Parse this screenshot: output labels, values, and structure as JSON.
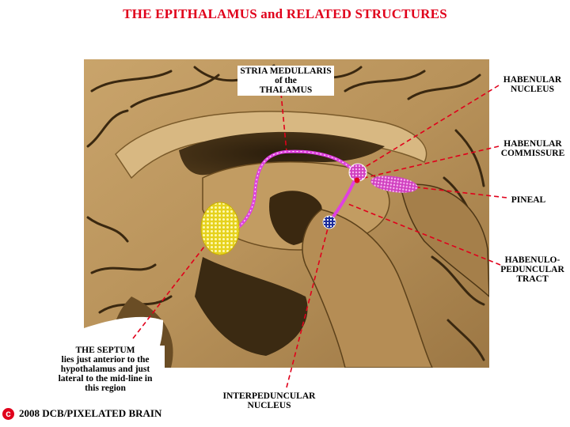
{
  "title": "THE EPITHALAMUS and RELATED STRUCTURES",
  "labels": {
    "stria_medullaris": [
      "STRIA MEDULLARIS",
      "of the",
      "THALAMUS"
    ],
    "habenular_nucleus": [
      "HABENULAR",
      "NUCLEUS"
    ],
    "habenular_commissure": [
      "HABENULAR",
      "COMMISSURE"
    ],
    "pineal": [
      "PINEAL"
    ],
    "habenulo_peduncular": [
      "HABENULO-",
      "PEDUNCULAR",
      "TRACT"
    ],
    "septum": [
      "THE SEPTUM",
      "lies just anterior to the",
      "hypothalamus and just",
      "lateral to the mid-line in",
      "this region"
    ],
    "interpeduncular": [
      "INTERPEDUNCULAR",
      "NUCLEUS"
    ]
  },
  "copyright": {
    "symbol": "c",
    "text": "2008  DCB/PIXELATED BRAIN"
  },
  "colors": {
    "title": "#e0001b",
    "leader_lines": "#e0001b",
    "stria": "#e040e0",
    "septum": "#e6d21e",
    "interpeduncular": "#1a2a9a",
    "brain_tissue": "#b08a55"
  }
}
